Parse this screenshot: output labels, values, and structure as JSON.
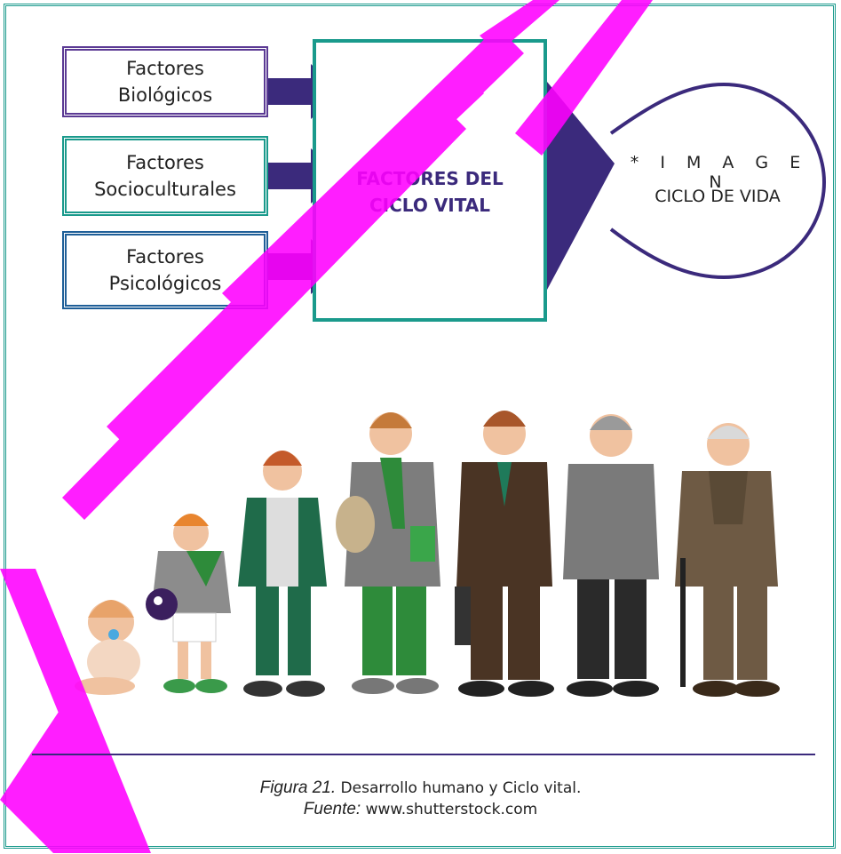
{
  "factors": [
    {
      "line1": "Factores",
      "line2": "Biológicos"
    },
    {
      "line1": "Factores",
      "line2": "Socioculturales"
    },
    {
      "line1": "Factores",
      "line2": "Psicológicos"
    }
  ],
  "central": {
    "line1": "FACTORES DEL",
    "line2": "CICLO VITAL"
  },
  "image_placeholder": {
    "line1": "* I M A G E N",
    "line2": "CICLO DE VIDA"
  },
  "caption": {
    "figure_label": "Figura 21.",
    "figure_text": " Desarrollo humano y Ciclo vital.",
    "source_label": "Fuente:",
    "source_text": " www.shutterstock.com"
  },
  "colors": {
    "teal": "#1a9a8c",
    "purple": "#5b3a94",
    "blue": "#1f5f98",
    "indigo": "#3b2a7c",
    "watermark": "#ff00ff"
  },
  "illustration": [
    "baby",
    "child",
    "teen",
    "young-adult",
    "adult",
    "middle-aged",
    "elderly"
  ]
}
